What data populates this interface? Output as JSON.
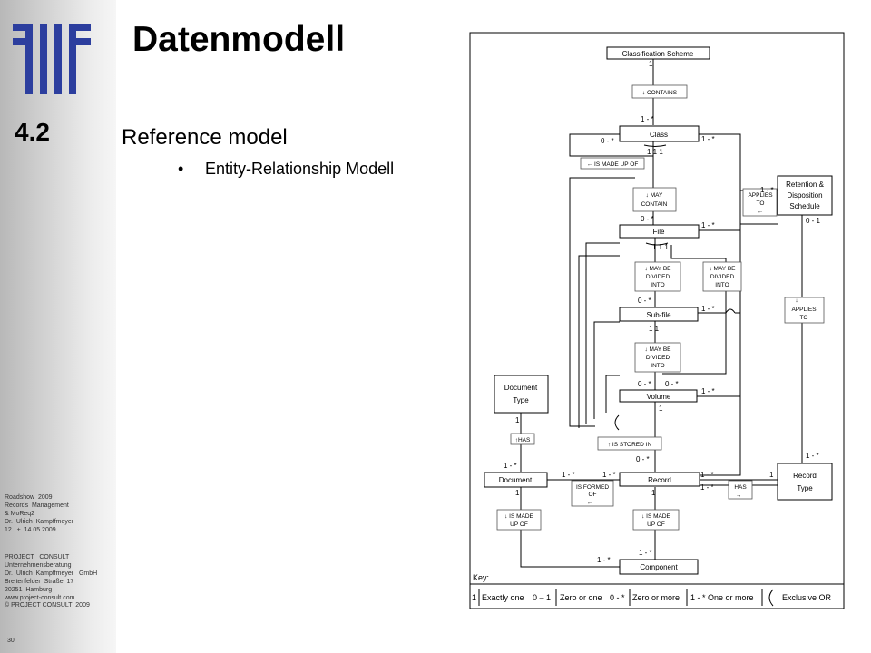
{
  "slide": {
    "title": "Datenmodell",
    "section_number": "4.2",
    "subtitle": "Reference model",
    "bullet": "Entity-Relationship Modell",
    "footer_event": "Roadshow  2009\nRecords  Management\n& MoReq2\nDr.  Ulrich  Kampffmeyer\n12.  +  14.05.2009",
    "footer_company": "PROJECT   CONSULT\nUnternehmensberatung\nDr.  Ulrich  Kampffmeyer   GmbH\nBreitenfelder  Straße  17\n20251  Hamburg\nwww.project-consult.com\n© PROJECT CONSULT  2009",
    "page_number": "30"
  },
  "diagram": {
    "entities": {
      "scheme": "Classification Scheme",
      "class": "Class",
      "file": "File",
      "subfile": "Sub-file",
      "volume": "Volume",
      "record": "Record",
      "document": "Document",
      "component": "Component",
      "doctype_1": "Document",
      "doctype_2": "Type",
      "rectype_1": "Record",
      "rectype_2": "Type",
      "retention_1": "Retention &",
      "retention_2": "Disposition",
      "retention_3": "Schedule"
    },
    "relationships": {
      "contains": "↓ CONTAINS",
      "made_up_of": "← IS MADE UP OF",
      "may_contain_1": "↓  MAY",
      "may_contain_2": "CONTAIN",
      "divided_a_1": "↓ MAY BE",
      "divided_a_2": "DIVIDED",
      "divided_a_3": "INTO",
      "divided_b_1": "↓ MAY BE",
      "divided_b_2": "DIVIDED",
      "divided_b_3": "INTO",
      "divided_c_1": "↓ MAY BE",
      "divided_c_2": "DIVIDED",
      "divided_c_3": "INTO",
      "applies_to_a_1": "APPLIES",
      "applies_to_a_2": "TO",
      "applies_to_a_3": "←",
      "applies_to_b_1": "↓",
      "applies_to_b_2": "APPLIES",
      "applies_to_b_3": "TO",
      "stored_in": "↑ IS STORED IN",
      "has_doctype": "↑HAS",
      "formed_of_1": "IS FORMED",
      "formed_of_2": "OF",
      "formed_of_3": "←",
      "has_rectype_1": "HAS",
      "has_rectype_2": "→",
      "doc_made_up_1": "↓ IS MADE",
      "doc_made_up_2": "UP OF",
      "rec_made_up_1": "↓ IS MADE",
      "rec_made_up_2": "UP OF"
    },
    "cardinalities": {
      "scheme_1": "1",
      "class_top": "1 - *",
      "class_self": "0 - *",
      "class_right": "1 - *",
      "class_bottom": "1 1 1",
      "file_top": "0 - *",
      "file_right": "1 - *",
      "file_bottom": "1 1 1",
      "subfile_top": "0 - *",
      "subfile_right": "1 - *",
      "subfile_bottom": "1 1",
      "volume_left": "0 - *",
      "volume_mid": "0 - *",
      "volume_right": "1 - *",
      "volume_bottom": "1",
      "retention_right": "1 - *",
      "retention_bottom": "0 - 1",
      "rectype_top": "1 - *",
      "rectype_left": "1",
      "stored_0": "0 - *",
      "doctype_bottom": "1",
      "doc_top": "1 - *",
      "doc_right": "1 - *",
      "doc_bottom": "1",
      "rec_left": "1 - *",
      "rec_right_a": "1 - *",
      "rec_right_b": "1 - *",
      "rec_bottom": "1",
      "comp_top": "1 - *",
      "comp_left": "1 - *"
    },
    "key": {
      "title": "Key:",
      "one": "1",
      "one_label": "Exactly one",
      "zero_one": "0 – 1",
      "zero_one_label": "Zero or one",
      "zero_more": "0 - *",
      "zero_more_label": "Zero or more",
      "one_more": "1 - *",
      "one_more_label": "One or more",
      "xor_label": "Exclusive OR"
    }
  }
}
